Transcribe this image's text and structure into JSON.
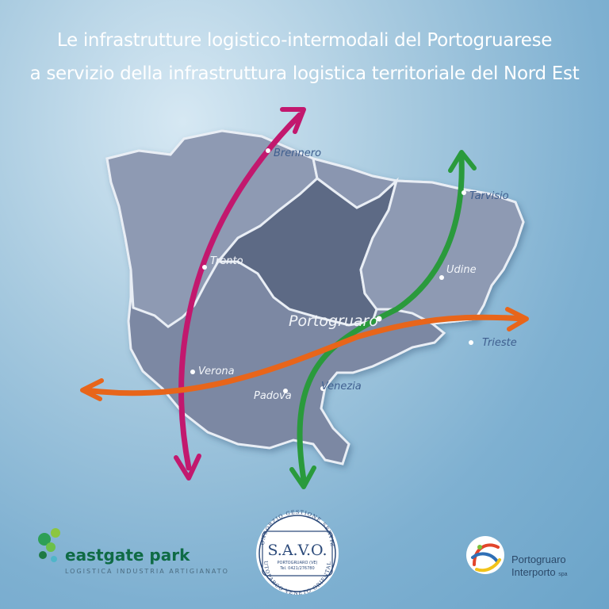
{
  "title": {
    "line1": "Le infrastrutture logistico-intermodali del Portogruarese",
    "line2": "a servizio della infrastruttura logistica territoriale del Nord Est"
  },
  "cities": {
    "brennero": "Brennero",
    "tarvisio": "Tarvisio",
    "trento": "Trento",
    "udine": "Udine",
    "portogruaro": "Portogruaro",
    "trieste": "Trieste",
    "verona": "Verona",
    "venezia": "Venezia",
    "padova": "Padova"
  },
  "logos": {
    "eastgate": {
      "name": "eastgate park",
      "tagline": "LOGISTICA INDUSTRIA ARTIGIANATO"
    },
    "savo": {
      "top_arc": "CONSORZIO GESTIONE SERVIZI",
      "name": "S.A.V.O.",
      "line1": "PORTOGRUARO (VE)",
      "line2": "Tel. 0421/276780",
      "bottom_arc": "AUTOPARCO VENETO ORIENTALE"
    },
    "interporto": {
      "line1": "Portogruaro",
      "line2": "Interporto",
      "suffix": "spa"
    }
  },
  "colors": {
    "arrow_magenta": "#c2186e",
    "arrow_green": "#2a9a3c",
    "arrow_orange": "#e8651a",
    "region_light": "#8e9ab3",
    "region_dark": "#5d6a85",
    "region_mid": "#7c88a3"
  }
}
